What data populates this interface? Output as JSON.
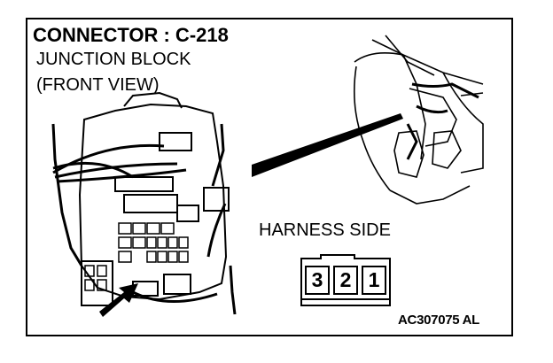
{
  "diagram": {
    "title": "CONNECTOR : C-218",
    "subtitle_line1": "JUNCTION BLOCK",
    "subtitle_line2": "(FRONT VIEW)",
    "harness_label": "HARNESS SIDE",
    "figure_code": "AC307075 AL",
    "pins": [
      "3",
      "2",
      "1"
    ],
    "colors": {
      "ink": "#000000",
      "background": "#ffffff"
    }
  }
}
